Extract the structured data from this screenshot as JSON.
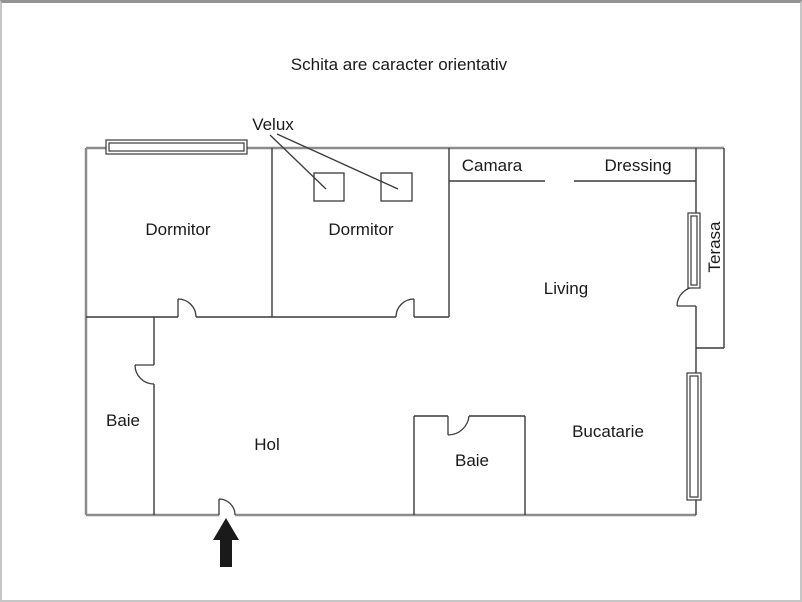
{
  "title": "Schita are caracter orientativ",
  "rooms": {
    "dormitor_1": "Dormitor",
    "dormitor_2": "Dormitor",
    "camara": "Camara",
    "dressing": "Dressing",
    "living": "Living",
    "terasa": "Terasa",
    "baie_1": "Baie",
    "hol": "Hol",
    "baie_2": "Baie",
    "bucatarie": "Bucatarie"
  },
  "annotations": {
    "velux_label": "Velux"
  },
  "icons": {
    "entrance_arrow": "up-arrow-entrance"
  },
  "colors": {
    "outer_wall": "#8c8c8c",
    "inner_wall": "#3a3a3a",
    "text": "#1a1a1a",
    "arrow": "#1a1a1a",
    "background": "#ffffff"
  }
}
